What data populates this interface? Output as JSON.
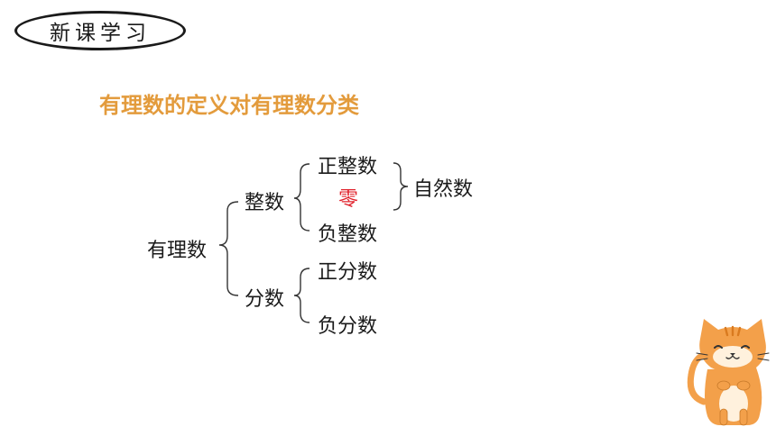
{
  "badge": {
    "label": "新课学习"
  },
  "heading": {
    "text": "有理数的定义对有理数分类"
  },
  "tree": {
    "root": "有理数",
    "integers": "整数",
    "fractions": "分数",
    "positive_integer": "正整数",
    "zero": "零",
    "negative_integer": "负整数",
    "natural_numbers": "自然数",
    "positive_fraction": "正分数",
    "negative_fraction": "负分数"
  },
  "colors": {
    "heading": "#e39b3c",
    "zero": "#e0202a",
    "cat": "#f3a04a"
  },
  "icons": {
    "mascot": "cat-mascot-icon"
  }
}
